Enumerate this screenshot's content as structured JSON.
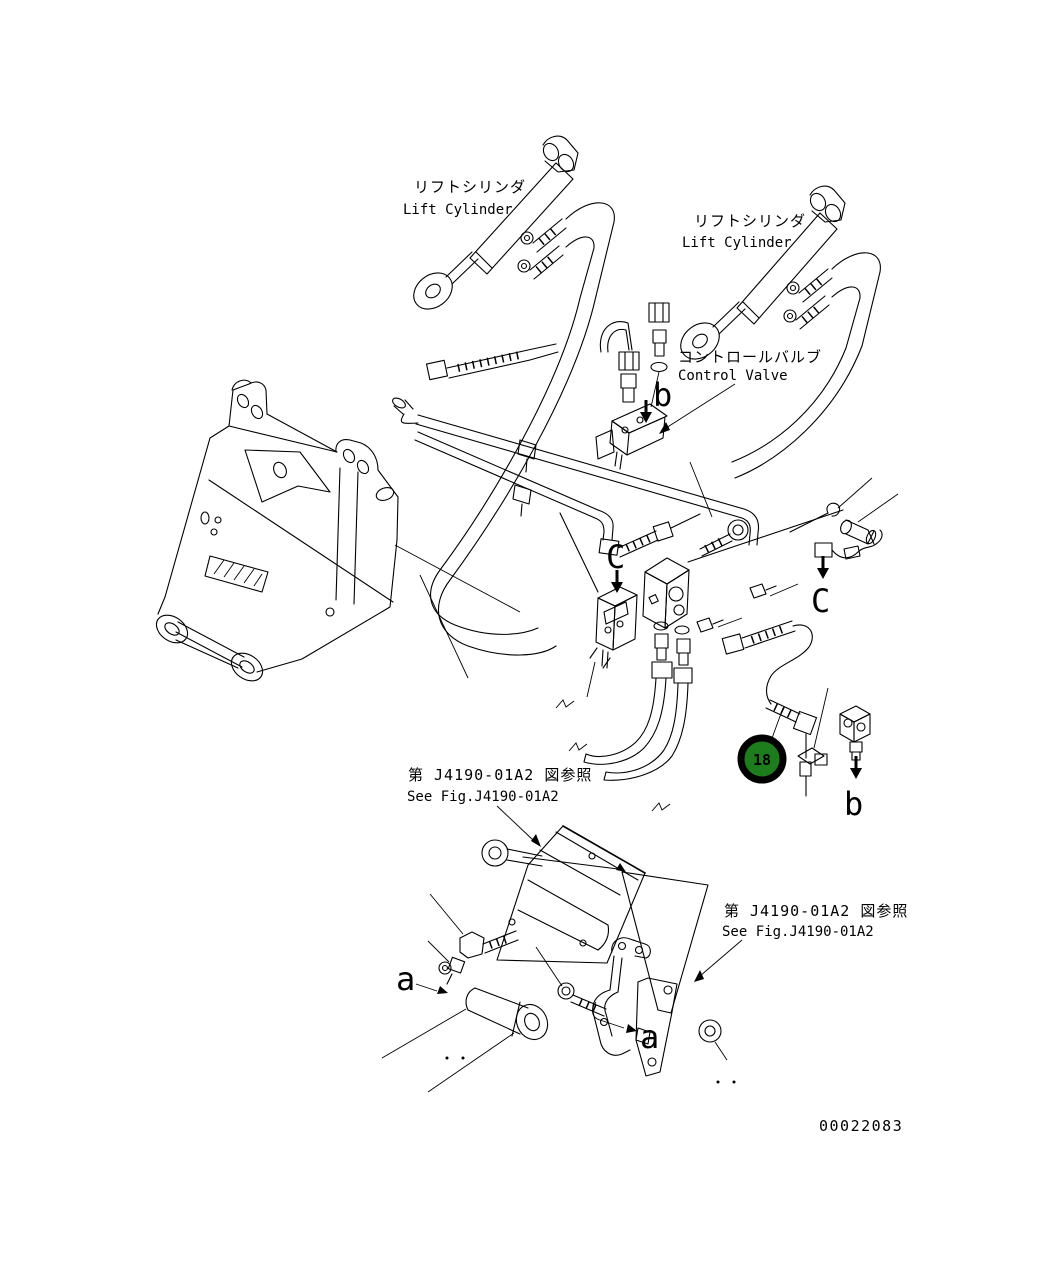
{
  "page": {
    "background": "#ffffff",
    "line_color": "#000000"
  },
  "labels": {
    "lift_cylinder_left": {
      "ja": "リフトシリンダ",
      "en": "Lift Cylinder"
    },
    "lift_cylinder_right": {
      "ja": "リフトシリンダ",
      "en": "Lift Cylinder"
    },
    "control_valve": {
      "ja": "コントロールバルブ",
      "en": "Control Valve"
    },
    "see_fig_left": {
      "ja": "第 J4190-01A2 図参照",
      "en": "See Fig.J4190-01A2"
    },
    "see_fig_right": {
      "ja": "第 J4190-01A2 図参照",
      "en": "See Fig.J4190-01A2"
    }
  },
  "view_letters": {
    "b_top": "b",
    "c_left": "C",
    "c_right": "C",
    "b_right": "b",
    "a_left": "a",
    "a_right": "a"
  },
  "callout": {
    "number": "18",
    "fill": "#1d7d1d",
    "ring": "#000000",
    "text_color": "#ffffff"
  },
  "drawing_number": "00022083"
}
